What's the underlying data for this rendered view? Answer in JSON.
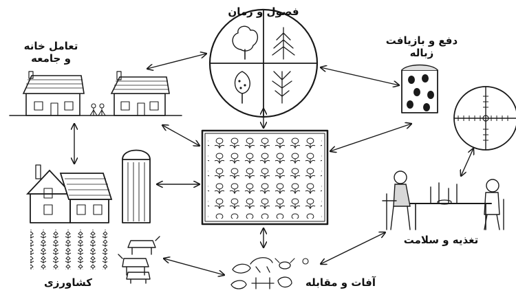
{
  "labels": {
    "seasons": "فصول و زمان",
    "social_line1": "تعامل خانه",
    "social_line2": "و جامعه",
    "waste_line1": "دفع و بازیافت",
    "waste_line2": "زباله",
    "nutrition": "تغذیه و سلامت",
    "farming": "کشاورزی",
    "pests": "آفات و مقابله"
  }
}
